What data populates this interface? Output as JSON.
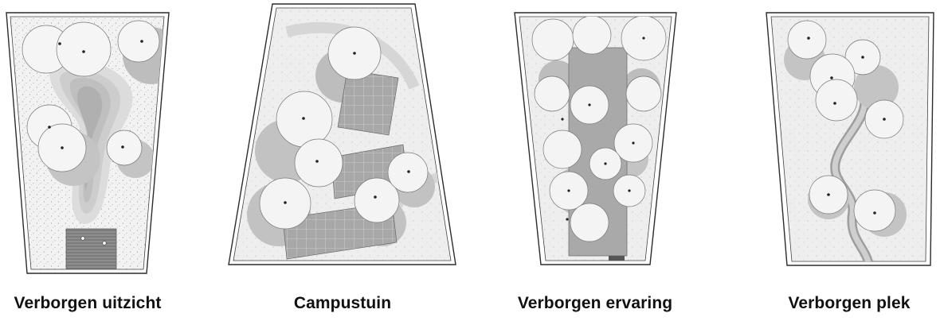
{
  "plans": [
    {
      "id": "plan-1",
      "caption": "Verborgen uitzicht"
    },
    {
      "id": "plan-2",
      "caption": "Campustuin"
    },
    {
      "id": "plan-3",
      "caption": "Verborgen ervaring"
    },
    {
      "id": "plan-4",
      "caption": "Verborgen plek"
    }
  ],
  "colors": {
    "outline": "#2b2b2b",
    "ground": "#f1f1f1",
    "canopy": "#f3f3f3",
    "shadow": "#b9b9b9",
    "paving": "#9a9a9a",
    "caption": "#111111"
  }
}
